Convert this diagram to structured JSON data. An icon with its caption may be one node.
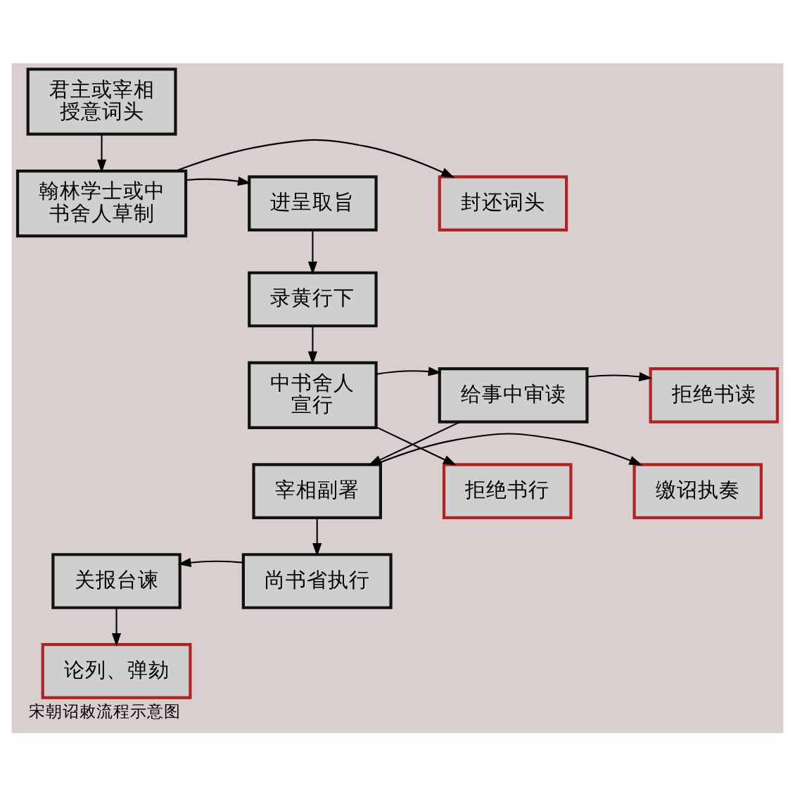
{
  "diagram": {
    "caption": "宋朝诏敕流程示意图",
    "nodes": [
      {
        "text": [
          "君主或宰相授意词头"
        ]
      },
      {
        "text": [
          "封还词头"
        ]
      },
      {
        "text": [
          "翰林学士或中书舍人草制"
        ]
      },
      {
        "text": [
          "进呈取旨"
        ]
      },
      {
        "text": [
          "录黄行下"
        ]
      },
      {
        "text": [
          "拒绝书读"
        ]
      },
      {
        "text": [
          "给事中审读"
        ]
      },
      {
        "text": [
          "中书舍人宣行"
        ]
      },
      {
        "text": [
          "缴诏执奏"
        ]
      },
      {
        "text": [
          "宰相副署"
        ]
      },
      {
        "text": [
          "拒绝书行"
        ]
      },
      {
        "text": [
          "关报台谏"
        ]
      },
      {
        "text": [
          "尚书省执行"
        ]
      },
      {
        "text": [
          "论列、弹劾"
        ]
      }
    ],
    "edges": [
      {
        "from": 0,
        "to": 2,
        "arrow": "to"
      },
      {
        "from": 2,
        "to": 1,
        "arrow": "to"
      },
      {
        "from": 2,
        "to": 3,
        "arrow": "to"
      },
      {
        "from": 3,
        "to": 4,
        "arrow": "to"
      },
      {
        "from": 4,
        "to": 7,
        "arrow": "to"
      },
      {
        "from": 7,
        "to": 6,
        "arrow": "to"
      },
      {
        "from": 6,
        "to": 5,
        "arrow": "to"
      },
      {
        "from": 7,
        "to": 10,
        "arrow": "to"
      },
      {
        "from": 6,
        "to": 9,
        "arrow": "to"
      },
      {
        "from": 9,
        "to": 8,
        "arrow": "to"
      },
      {
        "from": 9,
        "to": 12,
        "arrow": "to"
      },
      {
        "from": 12,
        "to": 11,
        "arrow": "to"
      },
      {
        "from": 11,
        "to": 13,
        "arrow": "to"
      }
    ]
  }
}
